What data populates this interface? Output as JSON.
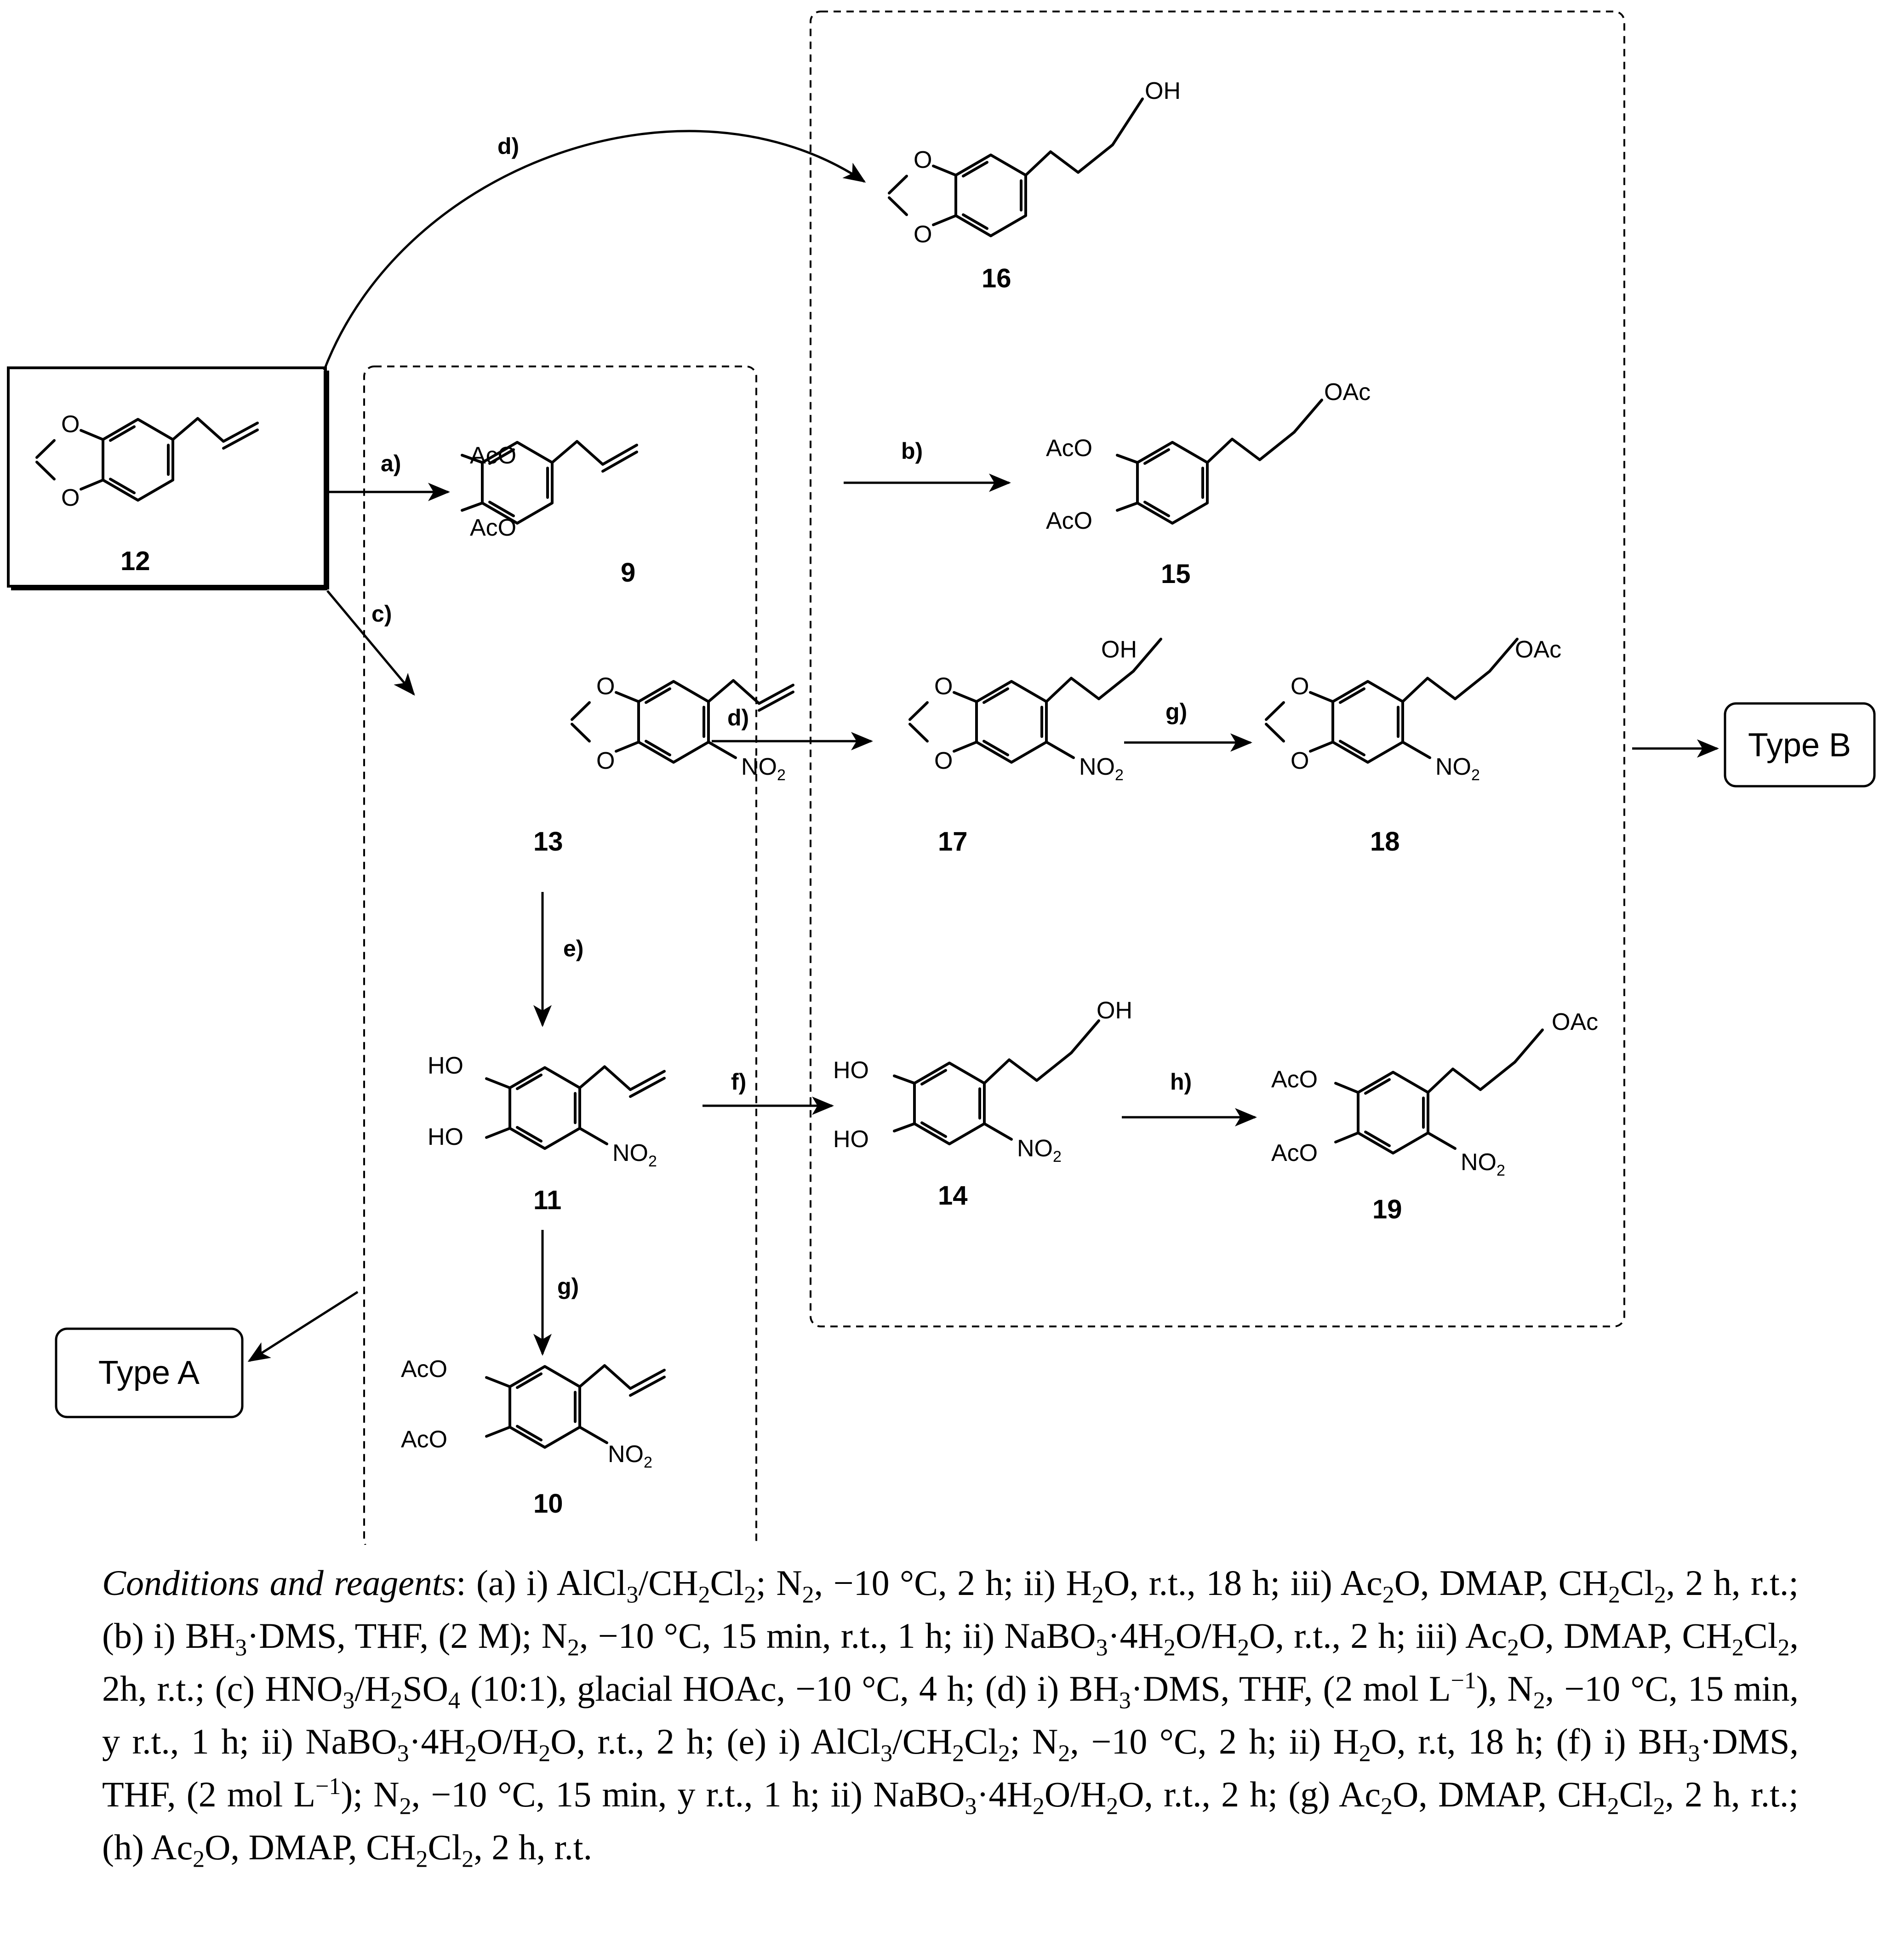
{
  "compounds": {
    "c12": "12",
    "c9": "9",
    "c13": "13",
    "c11": "11",
    "c10": "10",
    "c16": "16",
    "c15": "15",
    "c17": "17",
    "c18": "18",
    "c14": "14",
    "c19": "19"
  },
  "steps": {
    "a": "a)",
    "b": "b)",
    "c": "c)",
    "d1": "d)",
    "d2": "d)",
    "e": "e)",
    "f": "f)",
    "g1": "g)",
    "g2": "g)",
    "h": "h)"
  },
  "atoms": {
    "O": "O",
    "OH": "OH",
    "OAc": "OAc",
    "AcO": "AcO",
    "HO": "HO",
    "NO": "NO",
    "two": "2"
  },
  "types": {
    "a": "Type A",
    "b": "Type B"
  },
  "conditions": {
    "head": "Conditions and reagents",
    "text": ": (a) i) AlCl<sub>3</sub>/CH<sub>2</sub>Cl<sub>2</sub>; N<sub>2</sub>, −10 °C, 2 h; ii) H<sub>2</sub>O, r.t., 18 h; iii) Ac<sub>2</sub>O, DMAP, CH<sub>2</sub>Cl<sub>2</sub>, 2 h, r.t.; (b) i) BH<sub>3</sub>·DMS, THF, (2 M); N<sub>2</sub>, −10 °C, 15 min, r.t., 1 h; ii) NaBO<sub>3</sub>·4H<sub>2</sub>O/H<sub>2</sub>O, r.t., 2 h; iii) Ac<sub>2</sub>O, DMAP, CH<sub>2</sub>Cl<sub>2</sub>, 2h, r.t.; (c) HNO<sub>3</sub>/H<sub>2</sub>SO<sub>4</sub> (10:1), glacial HOAc, −10 °C, 4 h; (d) i) BH<sub>3</sub>·DMS, THF, (2 mol L<sup>−1</sup>), N<sub>2</sub>, −10 °C, 15 min, y r.t., 1 h; ii) NaBO<sub>3</sub>·4H<sub>2</sub>O/H<sub>2</sub>O, r.t., 2 h; (e) i) AlCl<sub>3</sub>/CH<sub>2</sub>Cl<sub>2</sub>; N<sub>2</sub>, −10 °C, 2 h; ii) H<sub>2</sub>O, r.t, 18 h; (f) i) BH<sub>3</sub>·DMS, THF, (2 mol L<sup>−1</sup>); N<sub>2</sub>, −10 °C, 15 min, y r.t., 1 h; ii) NaBO<sub>3</sub>·4H<sub>2</sub>O/H<sub>2</sub>O, r.t., 2 h; (g) Ac<sub>2</sub>O, DMAP, CH<sub>2</sub>Cl<sub>2</sub>, 2 h, r.t.; (h) Ac<sub>2</sub>O, DMAP, CH<sub>2</sub>Cl<sub>2</sub>, 2 h, r.t."
  }
}
